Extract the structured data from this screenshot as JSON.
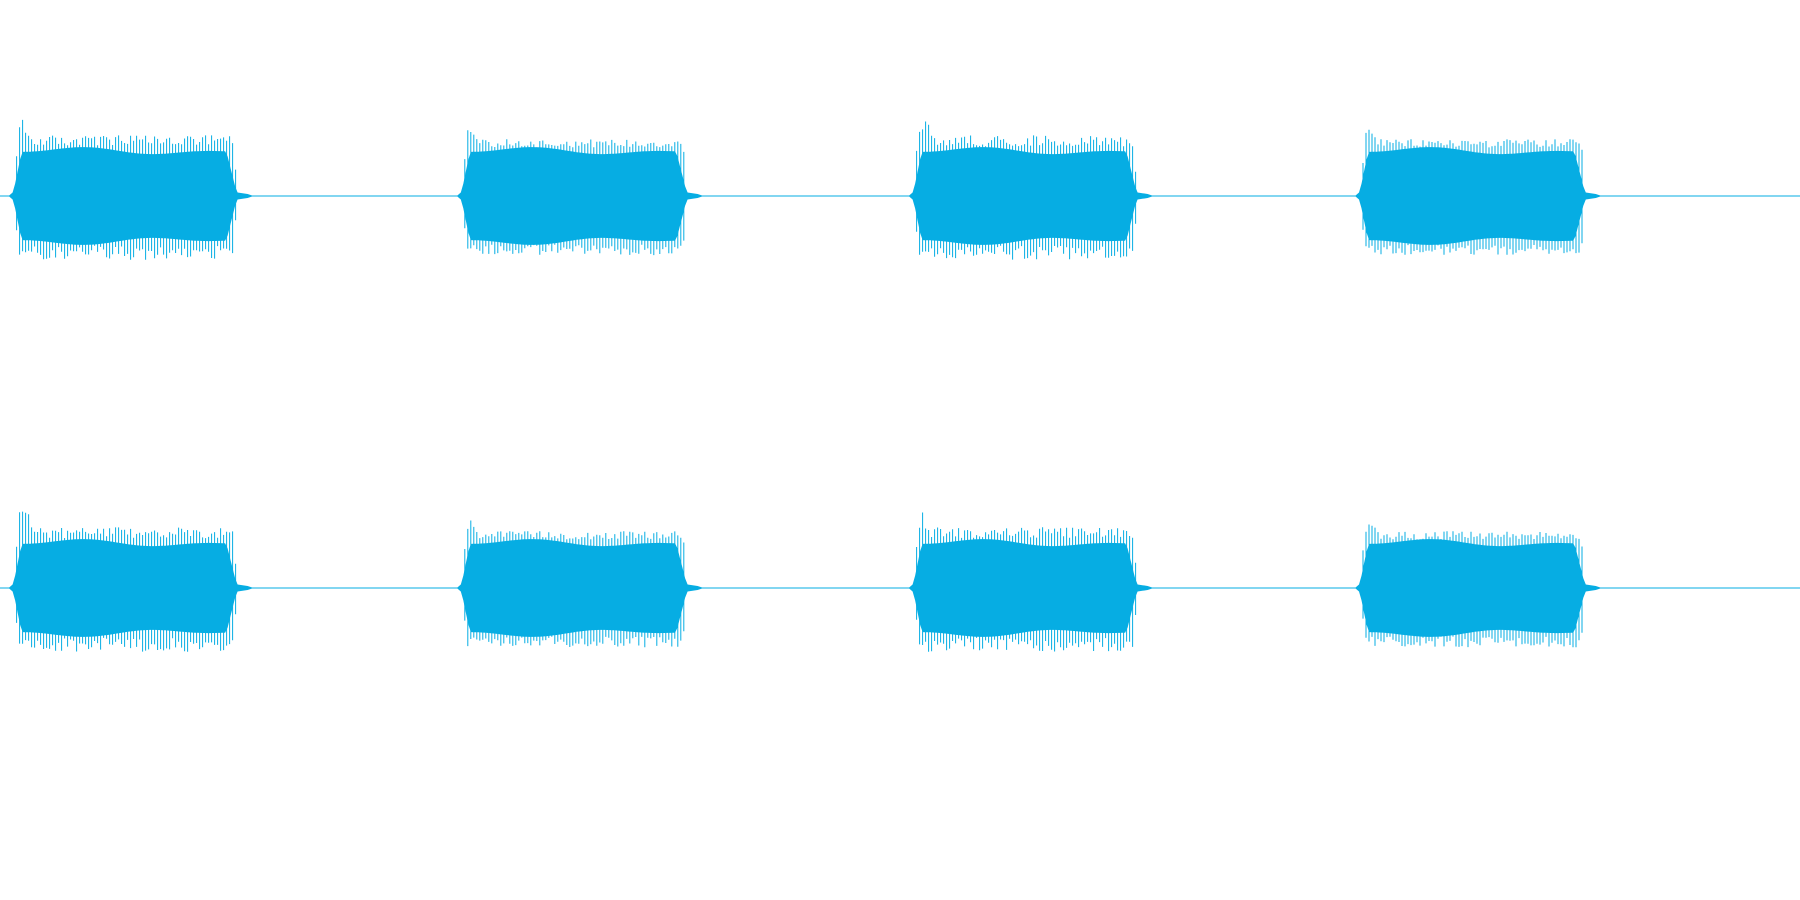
{
  "colors": {
    "background": "#ffffff",
    "waveform": "#06ade3"
  },
  "chart_data": {
    "type": "waveform",
    "title": "",
    "xlabel": "",
    "ylabel": "",
    "grid": false,
    "legend": "none",
    "x_range": [
      0,
      1
    ],
    "y_range": [
      -1,
      1
    ],
    "channels": [
      {
        "bursts": [
          {
            "start": 0.007,
            "end": 0.132,
            "peak": 0.78,
            "body": 0.46
          },
          {
            "start": 0.256,
            "end": 0.382,
            "peak": 0.7,
            "body": 0.46
          },
          {
            "start": 0.507,
            "end": 0.632,
            "peak": 0.78,
            "body": 0.46
          },
          {
            "start": 0.755,
            "end": 0.881,
            "peak": 0.7,
            "body": 0.46
          }
        ]
      },
      {
        "bursts": [
          {
            "start": 0.007,
            "end": 0.132,
            "peak": 0.78,
            "body": 0.46
          },
          {
            "start": 0.256,
            "end": 0.382,
            "peak": 0.7,
            "body": 0.46
          },
          {
            "start": 0.507,
            "end": 0.632,
            "peak": 0.78,
            "body": 0.46
          },
          {
            "start": 0.755,
            "end": 0.881,
            "peak": 0.7,
            "body": 0.46
          }
        ]
      }
    ]
  }
}
